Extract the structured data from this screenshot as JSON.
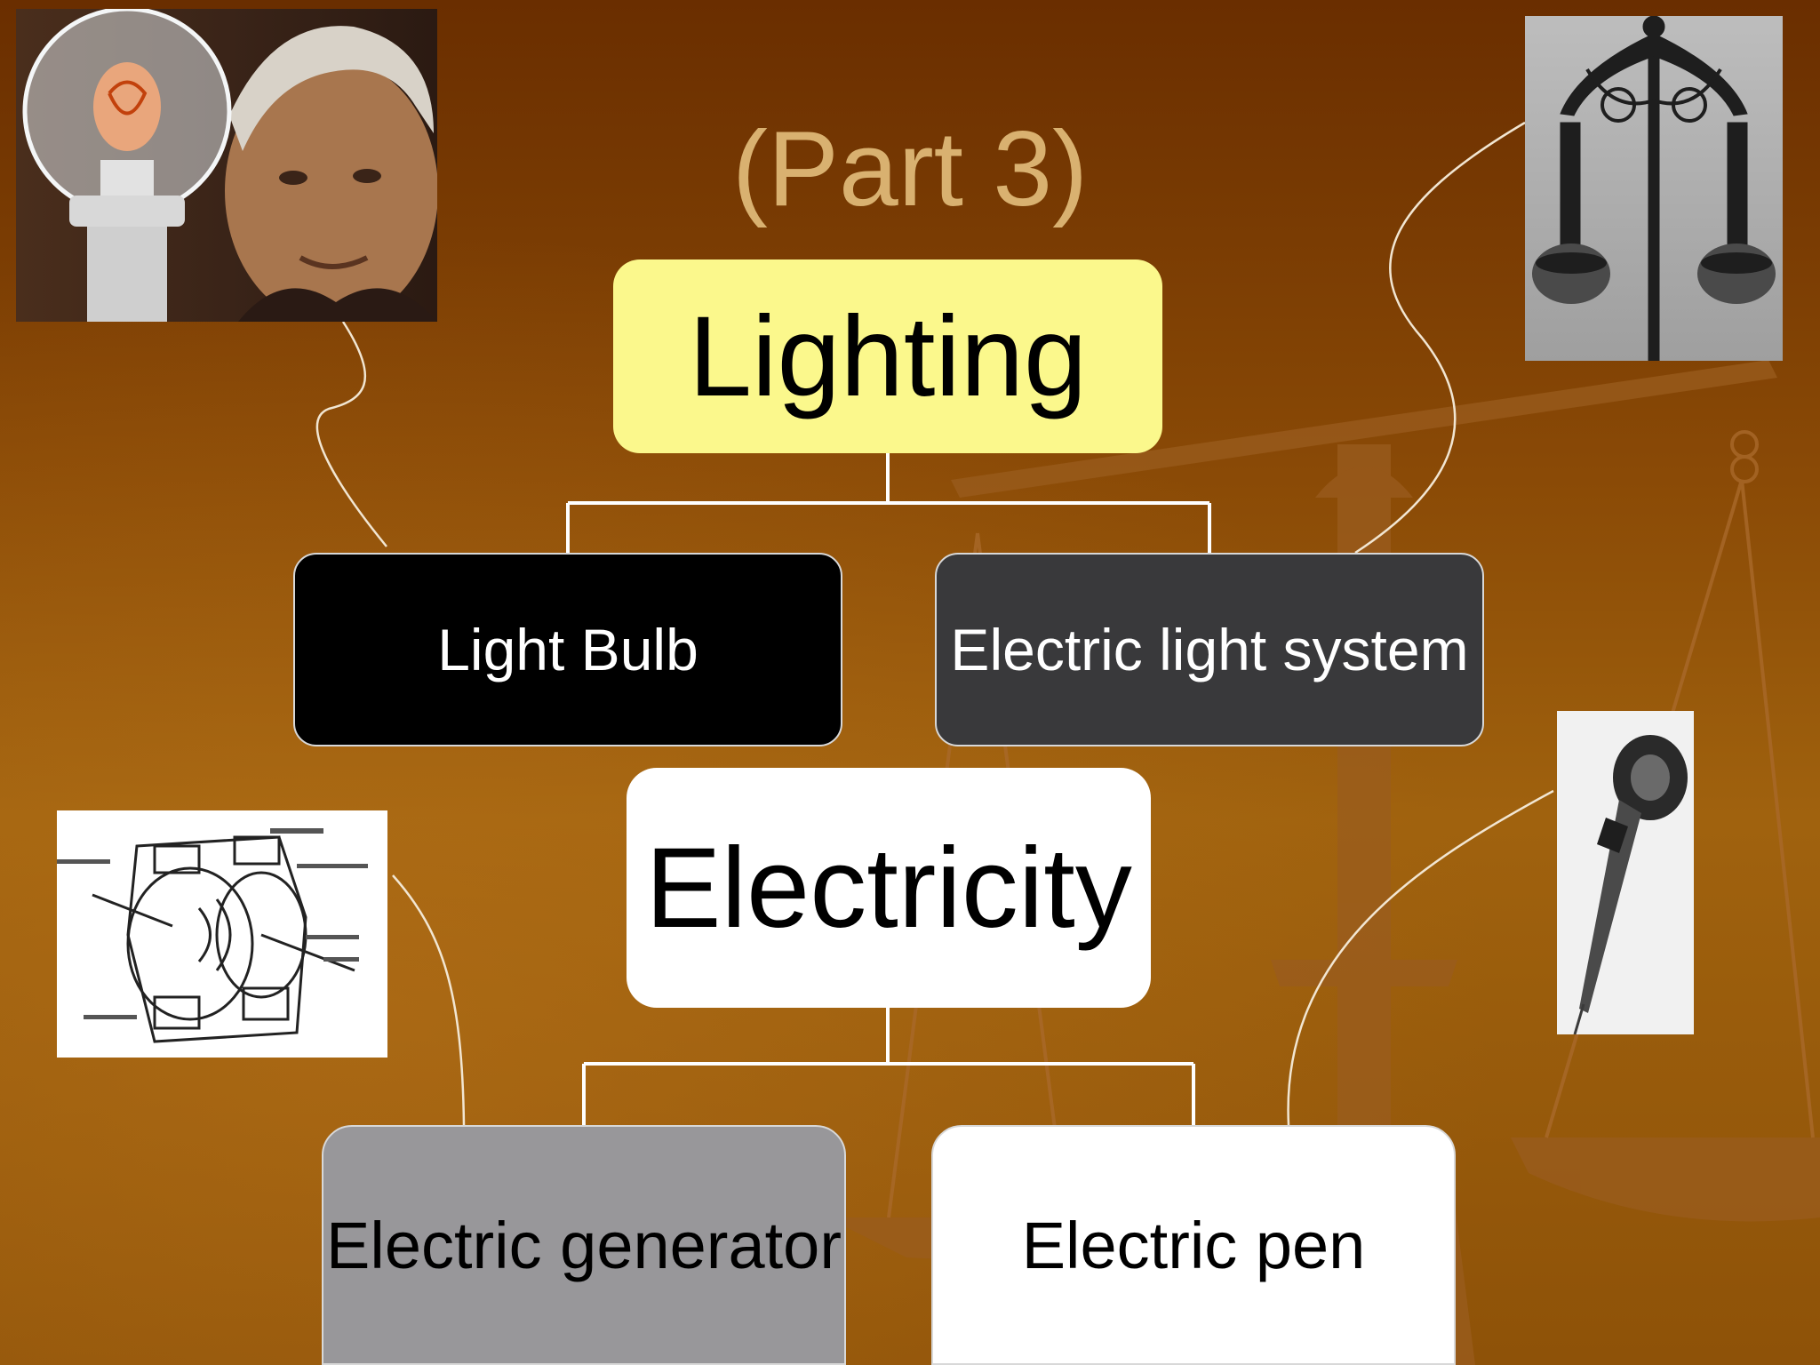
{
  "slide": {
    "title": "(Part 3)"
  },
  "diagram": {
    "top": {
      "label": "Lighting",
      "children": [
        "Light Bulb",
        "Electric light system"
      ]
    },
    "bottom": {
      "label": "Electricity",
      "children": [
        "Electric generator",
        "Electric pen"
      ]
    }
  },
  "colors": {
    "background": "#8a4a06",
    "title": "#d9b170",
    "lighting_box": "#fbf88c",
    "light_bulb_box": "#000000",
    "light_system_box": "#39393b",
    "electricity_box": "#ffffff",
    "generator_box": "#98979a",
    "pen_box": "#ffffff",
    "connectors": "#ffffff"
  },
  "images": {
    "edison": "photo-edison-with-light-bulb",
    "lamppost": "photo-ornate-street-lamp",
    "generator": "generator-diagram-drawing",
    "pen": "photo-electric-pen"
  }
}
